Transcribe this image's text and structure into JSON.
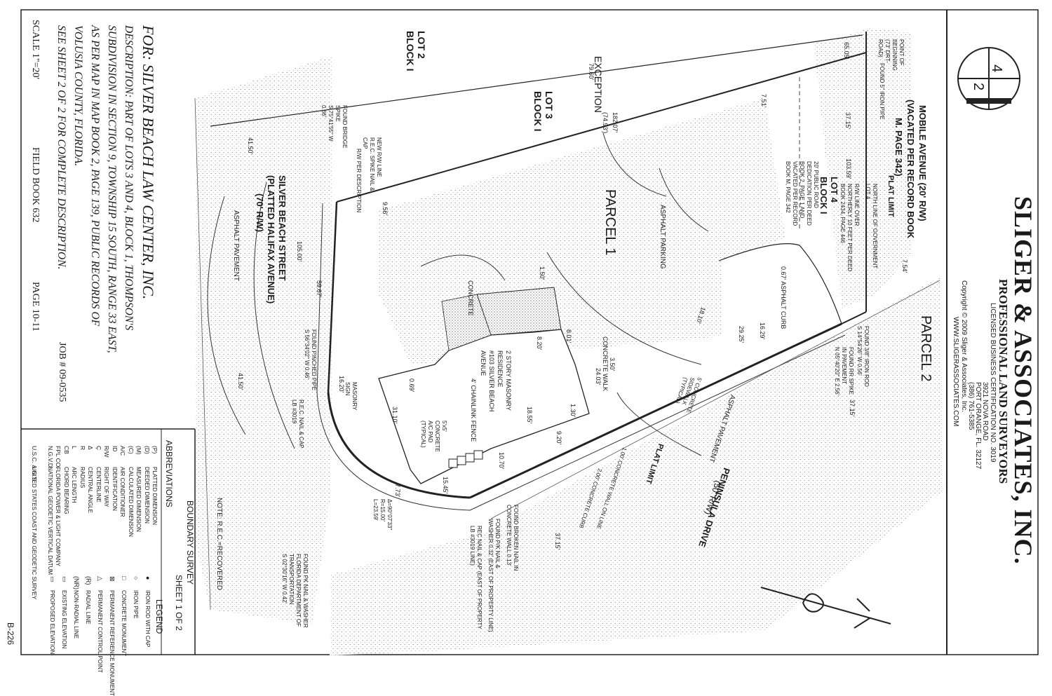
{
  "firm": {
    "name": "SLIGER & ASSOCIATES, INC.",
    "subtitle": "PROFESSIONAL LAND SURVEYORS",
    "license": "LICENSED BUSINESS CERTIFICATION NO. 3019",
    "address": "3921 NOVA ROAD",
    "city": "PORT ORANGE, FL. 32127",
    "phone": "(386) 761-5385",
    "copyright": "Copyright © 2009 Sliger & Associates, Inc.",
    "website": "WWW.SLIGERASSOCIATES.COM",
    "logo_numbers": [
      "4",
      "2"
    ]
  },
  "client": {
    "for_line": "FOR: SILVER BEACH LAW CENTER, INC.",
    "description": [
      "DESCRIPTION: PART OF LOTS 3 AND 4, BLOCK 1, THOMPSON'S",
      "SUBDIVISION IN SECTION 9, TOWNSHIP 15 SOUTH, RANGE 33 EAST,",
      "AS PER MAP IN MAP BOOK 2, PAGE 139, PUBLIC RECORDS OF",
      "VOLUSIA COUNTY, FLORIDA.",
      "SEE SHEET 2 OF 2 FOR COMPLETE DESCRIPTION."
    ],
    "job": "JOB # 09-0535",
    "scale": "SCALE   1\"=20'",
    "field_book": "FIELD BOOK 632",
    "page": "PAGE 10-11"
  },
  "legend": {
    "abbrev_title": "ABBREVIATIONS",
    "abbrev_codes": [
      "(P)",
      "(D)",
      "(M)",
      "(C)",
      "A/C",
      "ID",
      "R/W",
      "Ç",
      "Δ",
      "R",
      "L",
      "CB",
      "FPL CO.",
      "N.G.V.D.",
      "",
      "U.S.C. & G.S."
    ],
    "abbrev_terms": [
      "PLATTED DIMENSION",
      "DEEDED DIMENSION",
      "MEASURED DIMENSION",
      "CALCULATED DIMENSION",
      "AIR CONDITIONER",
      "IDENTIFICATION",
      "RIGHT OF WAY",
      "CENTERLINE",
      "CENTRAL ANGLE",
      "RADIUS",
      "ARC LENGTH",
      "CHORD BEARING",
      "FLORIDA POWER & LIGHT COMPANY",
      "NATIONAL GEODETIC VERTICAL DATUM",
      "",
      "UNITED STATES COAST AND GEODETIC SURVEY"
    ],
    "survey_title": "BOUNDARY SURVEY",
    "sheet": "SHEET 1 OF 2",
    "legend_title": "LEGEND",
    "symbols": [
      "●",
      "○",
      "□",
      "⊠",
      "△",
      "(R)",
      "(NR)",
      "▭",
      "▭"
    ],
    "symbol_terms": [
      "IRON ROD WITH CAP",
      "IRON PIPE",
      "CONCRETE MONUMENT",
      "PERMANENT REFERENCE MONUMENT",
      "PERMANENT CONTROL POINT",
      "RADIAL LINE",
      "NON-RADIAL LINE",
      "EXISTING ELEVATION",
      "PROPOSED ELEVATION"
    ]
  },
  "note": "NOTE: R.E.C.=RECOVERED",
  "sheet_id": "B-226",
  "plan": {
    "mobile_ave": [
      "MOBILE AVENUE (20' R/W)",
      "(VACATED PER RECORD BOOK",
      "M. PAGE 342)"
    ],
    "silver_beach": [
      "SILVER BEACH STREET",
      "(PLATTED HALIFAX AVENUE)",
      "(70' R/W)"
    ],
    "peninsula": "PENINSULA DRIVE",
    "peninsula_rw": "(50' R/W)",
    "parcel1": "PARCEL 1",
    "parcel2": "PARCEL 2",
    "exception": "EXCEPTION",
    "lot3": [
      "LOT 3",
      "BLOCK I"
    ],
    "lot2": [
      "LOT 2",
      "BLOCK I"
    ],
    "lot4": [
      "LOT 4",
      "BLOCK I"
    ],
    "plat_limit": "PLAT LIMIT",
    "plat_limit2": "PLAT LIMIT",
    "asphalt_parking": "ASPHALT PARKING",
    "asphalt_pavement": "ASPHALT PAVEMENT",
    "asphalt_pavement2": "ASPHALT PAVEMENT",
    "asphalt_curb": "0.67' ASPHALT CURB",
    "concrete": "CONCRETE",
    "concrete_walk": "CONCRETE WALK",
    "residence": [
      "2 STORY MASONRY",
      "RESIDENCE",
      "#103 SILVER BEACH",
      "AVENUE"
    ],
    "chainlink": "4' CHAINLINK FENCE",
    "ac_pad": [
      "5'x5'",
      "CONCRETE",
      "A/C PAD",
      "(TYPICAL)"
    ],
    "masonry_sign": [
      "MASONRY",
      "SIGN"
    ],
    "sidewalk": [
      "5' CONCRETE",
      "SIDEWALK",
      "(TYPICAL)"
    ],
    "concrete_curb": "2.00' CONCRETE CURB",
    "concrete_wall": "1.00' CONCRETE WALL ON LINE",
    "pob": [
      "POINT OF",
      "BEGINNING",
      "(73' DRT-",
      "ROAD)"
    ],
    "north_line": [
      "NORTH LINE OF GOVERNMENT",
      "LOT 4"
    ],
    "rw_desc": [
      "R/W LINE OVER",
      "NORTHERLY 10 FEET PER DEED",
      "BOOK 2434, PAGE 446"
    ],
    "public_road": [
      "20' PUBLIC ROAD",
      "DEDICATION PER DEED",
      "BOOK 2, PAGE 1 AND",
      "VACATED PER RECORD",
      "BOOK M, PAGE 342"
    ],
    "found_iron_pipe": "FOUND 5\" IRON PIPE",
    "found_rod": [
      "FOUND 3/8\" IRON ROD",
      "S 14°54'26\" W 0.56'"
    ],
    "found_spike": [
      "FOUND RR SPIKE",
      "IN PAVEMENT",
      "N 05°40'20\" E 2.56'"
    ],
    "found_bridge_spike": [
      "FOUND BRIDGE",
      "SPIKE",
      "S 75°41'55\" W",
      "0.86'"
    ],
    "rec_nail_cap": [
      "R.E.C. NAIL & CAP",
      "LB #3019"
    ],
    "found_nail": [
      "FOUND PK NAIL & WASHER",
      "FLORIDA DEPARTMENT OF",
      "TRANSPORTATION",
      "S 02°30'16\" W 0.42'"
    ],
    "found_broken_nail": [
      "FOUND BROKEN NAIL IN",
      "CONCRETE WALL 0.13'"
    ],
    "found_pk_nail": [
      "FOUND P/K NAIL &",
      "WASHER 0.32' (EAST OF PROPERTY LINE)"
    ],
    "rec_nail2": [
      "REC NAIL & CAP (EAST OF PROPERTY",
      "LB #3019 LINE)"
    ],
    "new_rw": [
      "NEW R/W LINE",
      "R.E.C. SPIKE NAIL &",
      "CAP"
    ],
    "rw_per_desc": "R/W PER DESCRIPTION",
    "found_pinch": [
      "FOUND PINCHED PIPE",
      "S 56°34'02\" W 0.46'"
    ],
    "curve": [
      "Δ=90°07'33\"",
      "R=15.00'",
      "L=23.59'"
    ],
    "dims": {
      "d1": "79.60'",
      "d2": "182.07'",
      "d3": "(74.93')",
      "d4": "9.56'",
      "d5": "7.51'",
      "d6": "65.05'",
      "d7": "37.15'",
      "d8": "103.59'",
      "d9": "7.54'",
      "d10": "29.25'",
      "d11": "105.00'",
      "d12": "59.67'",
      "d13": "18.10'",
      "d14": "1.50'",
      "d15": "41.50'",
      "d16": "41.50'",
      "d17": "24.03'",
      "d18": "3.50'",
      "d19": "16.20'",
      "d20": "37.15'",
      "d21": "7.73'",
      "d22": "9.20'",
      "d23": "31.10'",
      "d24": "15.45'",
      "d25": "10.70'",
      "d26": "16.29'",
      "d27": "37.15'",
      "d28": "8.01'",
      "d29": "0.69'",
      "d30": "18.55'",
      "d31": "1.30'",
      "d32": "8.20'"
    }
  }
}
